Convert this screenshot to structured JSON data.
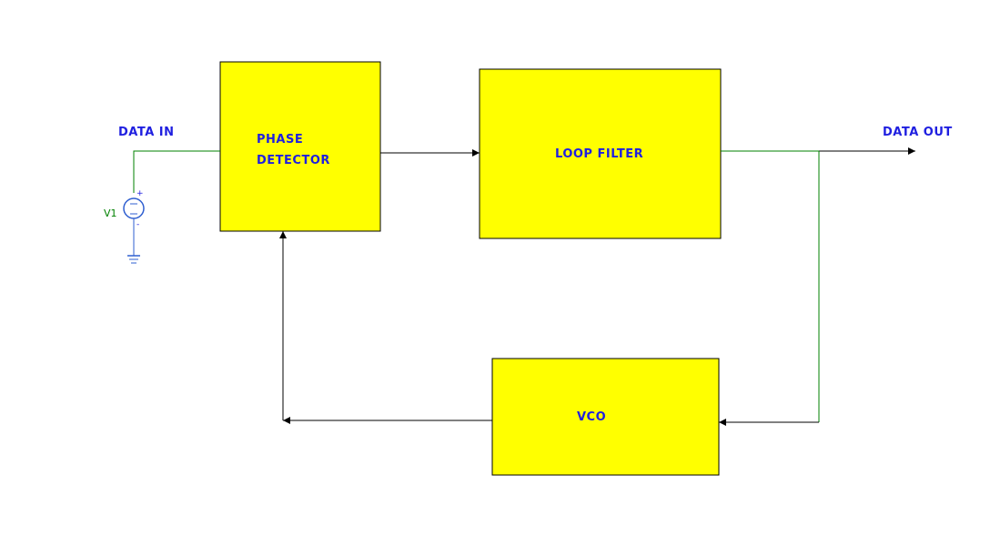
{
  "colors": {
    "block_fill": "#ffff00",
    "block_border": "#000000",
    "label_text": "#1f1fe0",
    "signal_wire": "#008000",
    "connection_line": "#000000",
    "source_symbol": "#2f5fd0",
    "source_label": "#008000"
  },
  "diagram": {
    "blocks": {
      "phase_detector": {
        "line1": "PHASE",
        "line2": "DETECTOR"
      },
      "loop_filter": {
        "label": "LOOP FILTER"
      },
      "vco": {
        "label": "VCO"
      }
    },
    "ports": {
      "input_label": "DATA IN",
      "output_label": "DATA OUT"
    },
    "source": {
      "name": "V1",
      "plus": "+",
      "minus": "-"
    }
  }
}
